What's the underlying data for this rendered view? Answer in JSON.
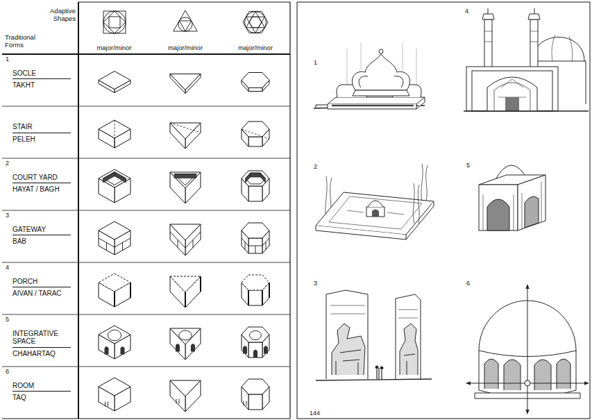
{
  "diagram": {
    "nodes": [
      {
        "text": [
          "Adaptive Shapes",
          "Traditional Forms"
        ]
      },
      {
        "text": [
          "major/minor"
        ]
      },
      {
        "text": [
          "major/minor"
        ]
      },
      {
        "text": [
          "major/minor"
        ]
      },
      {
        "text": [
          "1",
          "SOCLE",
          "TAKHT"
        ]
      },
      {
        "text": [
          "STAIR",
          "PELEH"
        ]
      },
      {
        "text": [
          "2",
          "COURT YARD",
          "HAYAT / BAGH"
        ]
      },
      {
        "text": [
          "3",
          "GATEWAY",
          "BAB"
        ]
      },
      {
        "text": [
          "4",
          "PORCH",
          "AIVAN / TARAC"
        ]
      },
      {
        "text": [
          "5",
          "INTEGRATIVE SPACE",
          "CHAHARTAQ"
        ]
      },
      {
        "text": [
          "6",
          "ROOM",
          "TAQ"
        ]
      }
    ],
    "labels": [
      "1",
      "4",
      "2",
      "5",
      "3",
      "6",
      "144"
    ]
  }
}
